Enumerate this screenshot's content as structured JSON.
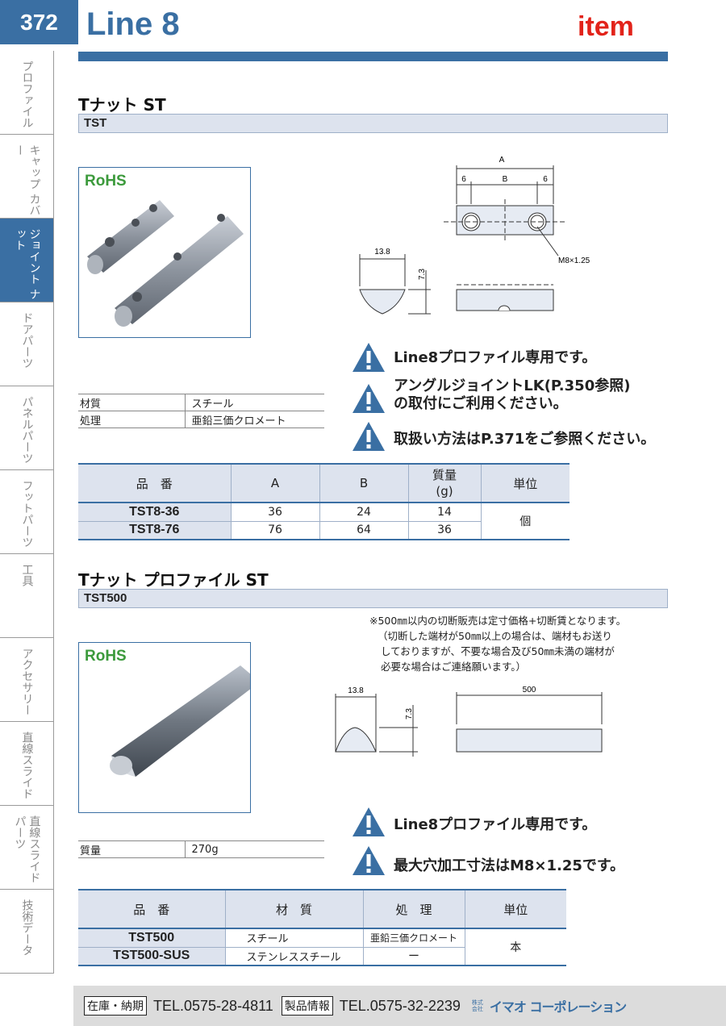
{
  "header": {
    "page_number": "372",
    "title": "Line 8",
    "brand": "item"
  },
  "side_nav": [
    {
      "label": "プロファイル",
      "active": false
    },
    {
      "label": "キャップ カバー",
      "active": false
    },
    {
      "label": "ジョイント ナット",
      "active": true
    },
    {
      "label": "ドアパーツ",
      "active": false
    },
    {
      "label": "パネルパーツ",
      "active": false
    },
    {
      "label": "フットパーツ",
      "active": false
    },
    {
      "label": "工具",
      "active": false
    },
    {
      "label": "アクセサリー",
      "active": false
    },
    {
      "label": "直線スライド",
      "active": false
    },
    {
      "label": "直線スライド パーツ",
      "active": false
    },
    {
      "label": "技術データ",
      "active": false
    }
  ],
  "section1": {
    "title": "Tナット ST",
    "code": "TST",
    "rohs": "RoHS",
    "drawing": {
      "dim_A": "A",
      "dim_6a": "6",
      "dim_B": "B",
      "dim_6b": "6",
      "thread": "M8×1.25",
      "width": "13.8",
      "height": "7.3"
    },
    "spec": [
      {
        "key": "材質",
        "value": "スチール"
      },
      {
        "key": "処理",
        "value": "亜鉛三価クロメート"
      }
    ],
    "notes": [
      "Line8プロファイル専用です。",
      "アングルジョイントLK(P.350参照)",
      "の取付にご利用ください。",
      "取扱い方法はP.371をご参照ください。"
    ],
    "table": {
      "headers": {
        "part": "品　番",
        "a": "A",
        "b": "B",
        "mass_1": "質量",
        "mass_2": "(g)",
        "unit": "単位"
      },
      "rows": [
        {
          "part": "TST8-36",
          "a": "36",
          "b": "24",
          "mass": "14"
        },
        {
          "part": "TST8-76",
          "a": "76",
          "b": "64",
          "mass": "36"
        }
      ],
      "unit_value": "個"
    }
  },
  "section2": {
    "title": "Tナット プロファイル ST",
    "code": "TST500",
    "rohs": "RoHS",
    "fine_print": [
      "※500㎜以内の切断販売は定寸価格+切断賃となります。",
      "（切断した端材が50㎜以上の場合は、端材もお送り",
      "しておりますが、不要な場合及び50㎜未満の端材が",
      "必要な場合はご連絡願います。）"
    ],
    "drawing": {
      "width": "13.8",
      "height": "7.3",
      "length": "500"
    },
    "spec": [
      {
        "key": "質量",
        "value": "270g"
      }
    ],
    "notes": [
      "Line8プロファイル専用です。",
      "最大穴加工寸法はM8×1.25です。"
    ],
    "table": {
      "headers": {
        "part": "品　番",
        "material": "材　質",
        "finish": "処　理",
        "unit": "単位"
      },
      "rows": [
        {
          "part": "TST500",
          "material": "スチール",
          "finish": "亜鉛三価クロメート"
        },
        {
          "part": "TST500-SUS",
          "material": "ステンレススチール",
          "finish": "ー"
        }
      ],
      "unit_value": "本"
    }
  },
  "footer": {
    "stock_label": "在庫・納期",
    "stock_tel": "TEL.0575-28-4811",
    "info_label": "製品情報",
    "info_tel": "TEL.0575-32-2239",
    "company_small": "株式会社",
    "company": "イマオ コーポレーション"
  },
  "colors": {
    "accent": "#3a6fa3",
    "brand": "#e2231a",
    "rohs": "#3c9a3c",
    "header_fill": "#dde3ee"
  }
}
